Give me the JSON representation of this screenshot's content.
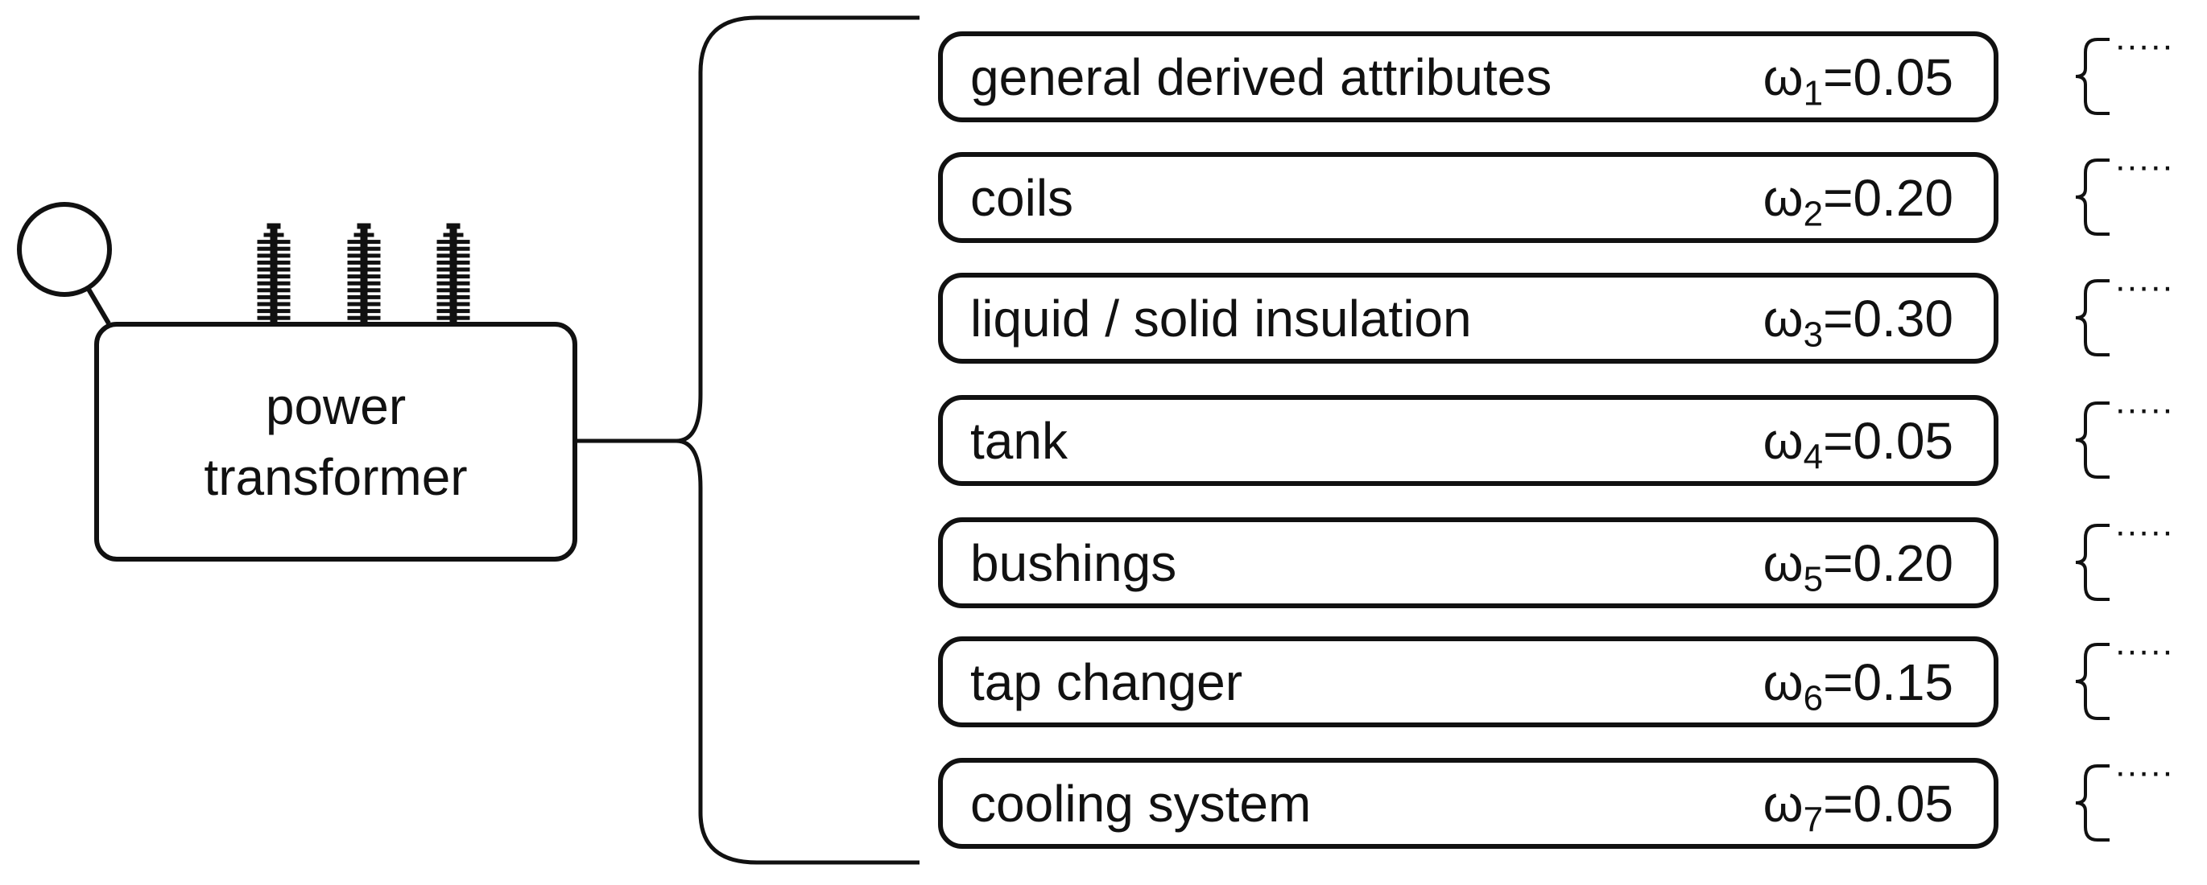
{
  "transformer": {
    "label_line1": "power",
    "label_line2": "transformer"
  },
  "components": [
    {
      "label": "general derived attributes",
      "weight_symbol": "ω",
      "weight_index": "1",
      "weight_value": "=0.05"
    },
    {
      "label": "coils",
      "weight_symbol": "ω",
      "weight_index": "2",
      "weight_value": "=0.20"
    },
    {
      "label": "liquid / solid insulation",
      "weight_symbol": "ω",
      "weight_index": "3",
      "weight_value": "=0.30"
    },
    {
      "label": "tank",
      "weight_symbol": "ω",
      "weight_index": "4",
      "weight_value": "=0.05"
    },
    {
      "label": "bushings",
      "weight_symbol": "ω",
      "weight_index": "5",
      "weight_value": "=0.20"
    },
    {
      "label": "tap changer",
      "weight_symbol": "ω",
      "weight_index": "6",
      "weight_value": "=0.15"
    },
    {
      "label": "cooling system",
      "weight_symbol": "ω",
      "weight_index": "7",
      "weight_value": "=0.05"
    }
  ],
  "continuation_marker": "·····"
}
